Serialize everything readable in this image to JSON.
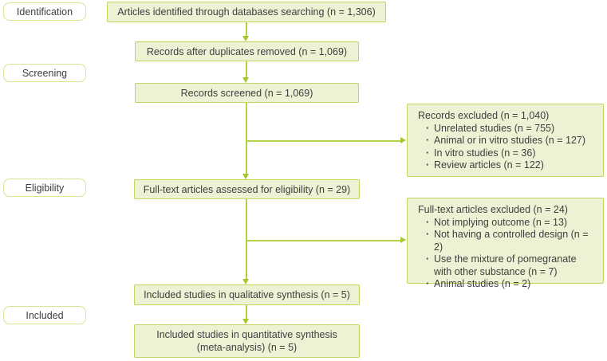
{
  "diagram": {
    "stages": [
      {
        "label": "Identification"
      },
      {
        "label": "Screening"
      },
      {
        "label": "Eligibility"
      },
      {
        "label": "Included"
      }
    ],
    "boxes": {
      "identified": "Articles identified through databases searching (n = 1,306)",
      "duplicates_removed": "Records after duplicates removed (n = 1,069)",
      "screened": "Records screened (n = 1,069)",
      "fulltext_assessed": "Full-text articles assessed for eligibility (n = 29)",
      "qualitative": "Included studies in qualitative synthesis (n = 5)",
      "quantitative_line1": "Included studies in quantitative synthesis",
      "quantitative_line2": "(meta-analysis) (n = 5)"
    },
    "exclusions": [
      {
        "title": "Records excluded (n = 1,040)",
        "items": [
          "Unrelated studies (n = 755)",
          "Animal or in vitro studies (n = 127)",
          "In vitro studies (n = 36)",
          "Review articles (n = 122)"
        ]
      },
      {
        "title": "Full-text articles excluded (n = 24)",
        "items": [
          "Not implying outcome (n = 13)",
          "Not having a controlled design (n = 2)",
          "Use the mixture of pomegranate with other substance (n = 7)",
          "Animal studies (n = 2)"
        ]
      }
    ],
    "colors": {
      "box_fill": "#edf2d5",
      "box_border": "#c5d45c",
      "label_fill": "#ffffff",
      "label_border": "#d9e492",
      "arrow": "#a5c82f",
      "text": "#3e3e3e"
    }
  }
}
